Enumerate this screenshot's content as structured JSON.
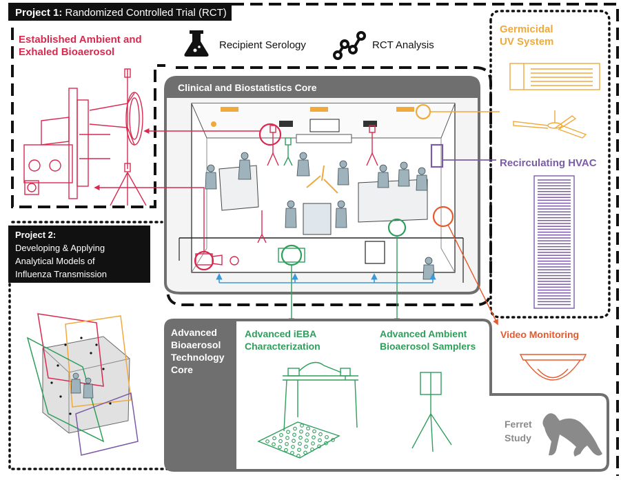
{
  "project1": {
    "label_bold": "Project 1:",
    "label_rest": " Randomized Controlled Trial (RCT)",
    "bioaerosol_line1": "Established Ambient and",
    "bioaerosol_line2": "Exhaled Bioaerosol",
    "serology": "Recipient Serology",
    "rct_analysis": "RCT Analysis",
    "uv_line1": "Germicidal",
    "uv_line2": "UV System",
    "hvac": "Recirculating HVAC"
  },
  "clinical_core": {
    "title": "Clinical and Biostatistics Core"
  },
  "project2": {
    "line1": "Project 2:",
    "line2": "Developing & Applying",
    "line3": "Analytical Models of",
    "line4": "Influenza Transmission"
  },
  "tech_core": {
    "line1": "Advanced",
    "line2": "Bioaerosol",
    "line3": "Technology",
    "line4": "Core",
    "ieba_line1": "Advanced iEBA",
    "ieba_line2": "Characterization",
    "ambient_line1": "Advanced Ambient",
    "ambient_line2": "Bioaerosol Samplers"
  },
  "video": "Video Monitoring",
  "ferret_line1": "Ferret",
  "ferret_line2": "Study",
  "colors": {
    "red": "#d9294f",
    "gold": "#f0a93b",
    "purple": "#7b5aa6",
    "orange": "#e8582c",
    "green": "#2e9e5a",
    "blue": "#3a9ad9",
    "core_grey": "#6f6f6f"
  },
  "icons": [
    "flask-icon",
    "network-icon",
    "ferret-icon"
  ]
}
